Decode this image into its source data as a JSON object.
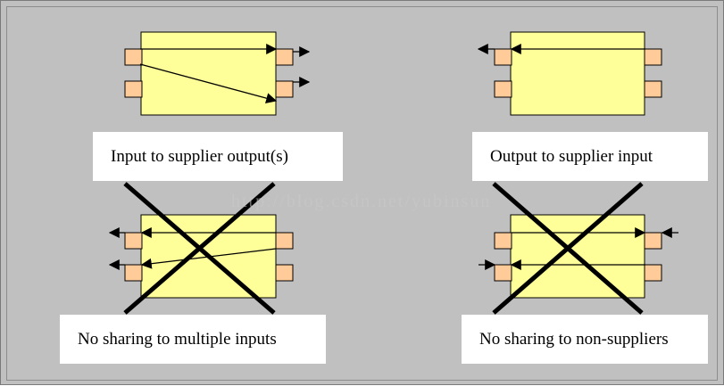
{
  "captions": {
    "top_left": "Input to supplier output(s)",
    "top_right": "Output to supplier input",
    "bottom_left": "No sharing to multiple inputs",
    "bottom_right": "No sharing to non-suppliers"
  },
  "watermark": "http://blog.csdn.net/yubinsun",
  "colors": {
    "background": "#c0c0c0",
    "component_fill": "#ffff99",
    "port_fill": "#ffcc99",
    "stroke": "#000000",
    "caption_fill": "#ffffff"
  }
}
